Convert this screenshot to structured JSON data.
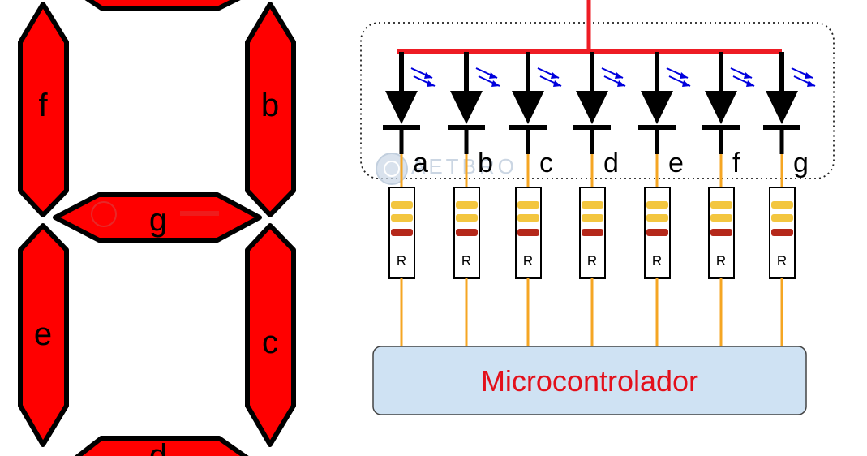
{
  "colors": {
    "segment_fill": "#ff0000",
    "outline": "#000000",
    "common_bus": "#ee1c24",
    "light_arrows": "#0000dd",
    "wire": "#f5a623",
    "resistor_band_yellow": "#f3c63f",
    "resistor_band_brown": "#b5281a",
    "mcu_fill": "#cfe2f3",
    "mcu_text": "#e3101b",
    "watermark": "#b6c6d8"
  },
  "display": {
    "segments": [
      {
        "id": "a",
        "label": ""
      },
      {
        "id": "b",
        "label": "b"
      },
      {
        "id": "c",
        "label": "c"
      },
      {
        "id": "d",
        "label": "d"
      },
      {
        "id": "e",
        "label": "e"
      },
      {
        "id": "f",
        "label": "f"
      },
      {
        "id": "g",
        "label": "g"
      }
    ]
  },
  "circuit": {
    "channels": [
      {
        "pin": "a",
        "resistor": "R"
      },
      {
        "pin": "b",
        "resistor": "R"
      },
      {
        "pin": "c",
        "resistor": "R"
      },
      {
        "pin": "d",
        "resistor": "R"
      },
      {
        "pin": "e",
        "resistor": "R"
      },
      {
        "pin": "f",
        "resistor": "R"
      },
      {
        "pin": "g",
        "resistor": "R"
      }
    ],
    "microcontroller_label": "Microcontrolador",
    "watermark_text": "AETBRO"
  }
}
